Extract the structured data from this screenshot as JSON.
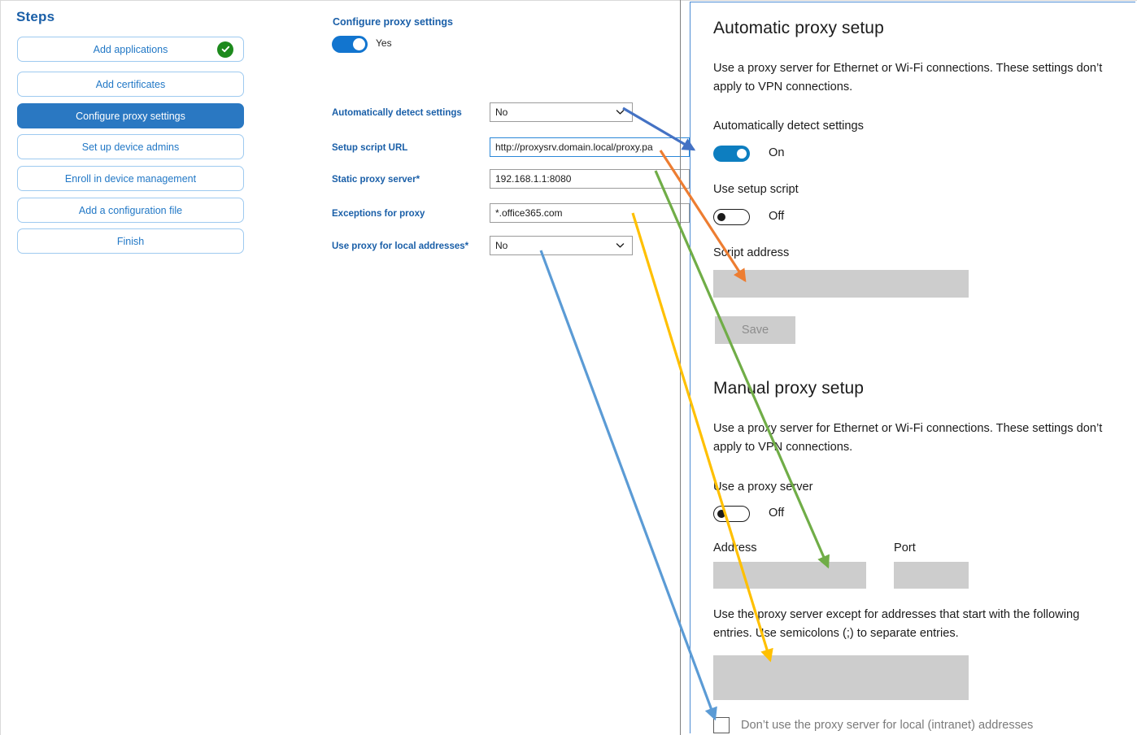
{
  "steps_panel": {
    "title": "Steps",
    "items": [
      {
        "label": "Add applications",
        "state": "complete",
        "active": false
      },
      {
        "label": "Add certificates",
        "state": "pending",
        "active": false
      },
      {
        "label": "Configure proxy settings",
        "state": "pending",
        "active": true
      },
      {
        "label": "Set up device admins",
        "state": "pending",
        "active": false
      },
      {
        "label": "Enroll in device management",
        "state": "pending",
        "active": false
      },
      {
        "label": "Add a configuration file",
        "state": "pending",
        "active": false
      },
      {
        "label": "Finish",
        "state": "pending",
        "active": false
      }
    ]
  },
  "form": {
    "title": "Configure proxy settings",
    "master_toggle": {
      "value": "Yes",
      "state": "on"
    },
    "fields": [
      {
        "label": "Automatically detect settings",
        "required": false,
        "type": "select",
        "value": "No"
      },
      {
        "label": "Setup script URL",
        "required": false,
        "type": "text",
        "value": "http://proxysrv.domain.local/proxy.pa",
        "focused": true
      },
      {
        "label": "Static proxy server",
        "required": true,
        "type": "text",
        "value": "192.168.1.1:8080",
        "focused": false
      },
      {
        "label": "Exceptions for proxy",
        "required": false,
        "type": "text",
        "value": "*.office365.com",
        "focused": false
      },
      {
        "label": "Use proxy for local addresses",
        "required": true,
        "type": "select",
        "value": "No"
      }
    ],
    "required_marker": "*"
  },
  "windows_settings": {
    "automatic": {
      "heading": "Automatic proxy setup",
      "description": "Use a proxy server for Ethernet or Wi-Fi connections. These settings don’t apply to VPN connections.",
      "detect_label": "Automatically detect settings",
      "detect_state": "On",
      "script_label": "Use setup script",
      "script_state": "Off",
      "script_address_label": "Script address",
      "script_address_value": "",
      "save_label": "Save"
    },
    "manual": {
      "heading": "Manual proxy setup",
      "description": "Use a proxy server for Ethernet or Wi-Fi connections. These settings don’t apply to VPN connections.",
      "use_proxy_label": "Use a proxy server",
      "use_proxy_state": "Off",
      "address_label": "Address",
      "address_value": "",
      "port_label": "Port",
      "port_value": "",
      "exceptions_description": "Use the proxy server except for addresses that start with the following entries. Use semicolons (;) to separate entries.",
      "exceptions_value": "",
      "bypass_local_label": "Don’t use the proxy server for local (intranet) addresses",
      "bypass_local_checked": false
    }
  },
  "annotations": {
    "arrows": [
      {
        "name": "detect-settings-arrow",
        "color": "#4472C4",
        "from_label": "Automatically detect settings dropdown",
        "to_label": "Automatically detect settings toggle"
      },
      {
        "name": "setup-script-url-arrow",
        "color": "#ED7D31",
        "from_label": "Setup script URL field",
        "to_label": "Script address box"
      },
      {
        "name": "static-proxy-server-arrow",
        "color": "#70AD47",
        "from_label": "Static proxy server field",
        "to_label": "Address box"
      },
      {
        "name": "exceptions-arrow",
        "color": "#FFC000",
        "from_label": "Exceptions for proxy field",
        "to_label": "Exceptions box"
      },
      {
        "name": "local-addresses-arrow",
        "color": "#5B9BD5",
        "from_label": "Use proxy for local addresses dropdown",
        "to_label": "Don’t use the proxy server for local (intranet) addresses checkbox"
      }
    ]
  },
  "colors": {
    "accent_blue": "#2a78c2",
    "label_blue": "#1a5fa8",
    "success_green": "#1d8a1d",
    "win_toggle_on": "#0d7ec0",
    "field_gray": "#cdcdcd"
  }
}
